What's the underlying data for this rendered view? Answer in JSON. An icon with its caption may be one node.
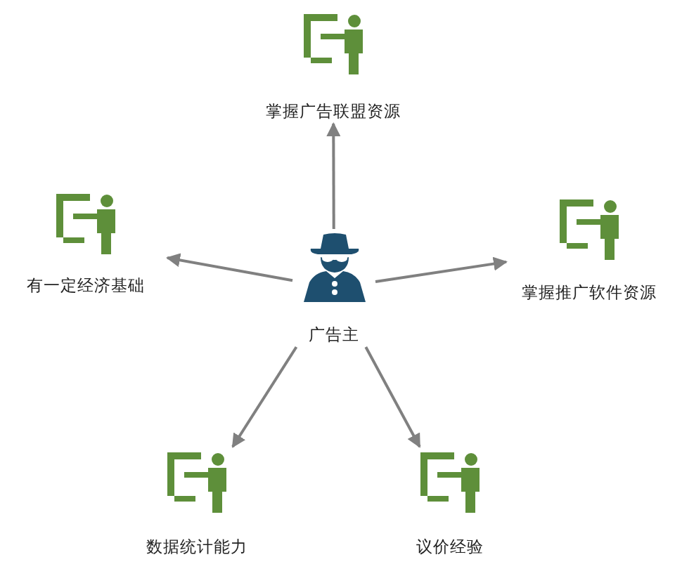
{
  "diagram": {
    "nodes": [
      {
        "text": [
          "掌握广告联盟资源"
        ]
      },
      {
        "text": [
          "有一定经济基础"
        ]
      },
      {
        "text": [
          "广告主"
        ]
      },
      {
        "text": [
          "掌握推广软件资源"
        ]
      },
      {
        "text": [
          "数据统计能力"
        ]
      },
      {
        "text": [
          "议价经验"
        ]
      }
    ],
    "edges": [
      {
        "from": 2,
        "to": 0,
        "arrow": "to"
      },
      {
        "from": 2,
        "to": 1,
        "arrow": "to"
      },
      {
        "from": 2,
        "to": 3,
        "arrow": "to"
      },
      {
        "from": 2,
        "to": 4,
        "arrow": "to"
      },
      {
        "from": 2,
        "to": 5,
        "arrow": "to"
      }
    ]
  }
}
